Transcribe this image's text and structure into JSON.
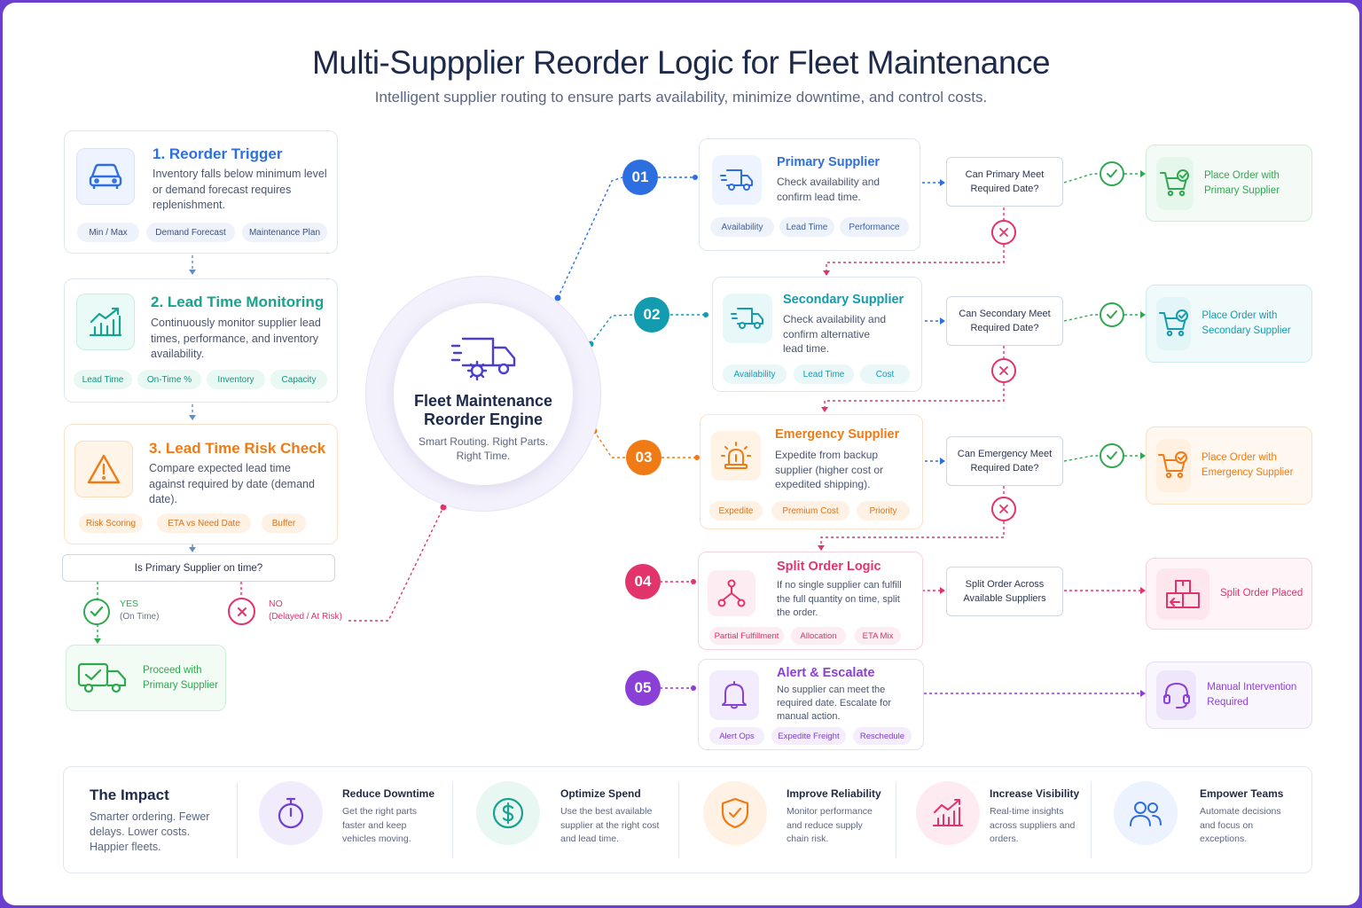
{
  "title": "Multi-Suppplier Reorder Logic for Fleet Maintenance",
  "subtitle": "Intelligent supplier routing to ensure parts availability, minimize downtime, and control costs.",
  "colors": {
    "blue": "#2d6fe0",
    "teal": "#139bb0",
    "orange": "#f07a14",
    "pink": "#e2336b",
    "purple": "#8a3fd6",
    "green": "#2fa84f"
  },
  "left": {
    "trigger": {
      "title": "1. Reorder Trigger",
      "desc": "Inventory falls below minimum level or demand forecast requires replenishment.",
      "tags": [
        "Min / Max",
        "Demand Forecast",
        "Maintenance Plan"
      ]
    },
    "monitoring": {
      "title": "2. Lead Time Monitoring",
      "desc": "Continuously monitor supplier lead times, performance, and inventory availability.",
      "tags": [
        "Lead Time",
        "On-Time %",
        "Inventory",
        "Capacity"
      ]
    },
    "risk": {
      "title": "3. Lead Time Risk Check",
      "desc": "Compare expected lead time against required by date (demand date).",
      "tags": [
        "Risk Scoring",
        "ETA vs Need Date",
        "Buffer"
      ]
    },
    "question": "Is Primary Supplier on time?",
    "yes_label": "YES",
    "yes_sub": "(On Time)",
    "no_label": "NO",
    "no_sub": "(Delayed / At Risk)",
    "proceed": "Proceed with Primary Supplier"
  },
  "center": {
    "title": "Fleet Maintenance Reorder Engine",
    "subtitle": "Smart Routing. Right Parts. Right Time."
  },
  "steps": [
    {
      "num": "01",
      "title": "Primary Supplier",
      "desc": "Check availability and confirm lead time.",
      "tags": [
        "Availability",
        "Lead Time",
        "Performance"
      ]
    },
    {
      "num": "02",
      "title": "Secondary Supplier",
      "desc": "Check availability and confirm alternative lead time.",
      "tags": [
        "Availability",
        "Lead Time",
        "Cost"
      ]
    },
    {
      "num": "03",
      "title": "Emergency Supplier",
      "desc": "Expedite from backup supplier (higher cost or expedited shipping).",
      "tags": [
        "Expedite",
        "Premium Cost",
        "Priority"
      ]
    },
    {
      "num": "04",
      "title": "Split Order Logic",
      "desc": "If no single supplier can fulfill the full quantity on time, split the order.",
      "tags": [
        "Partial Fulfillment",
        "Allocation",
        "ETA Mix"
      ]
    },
    {
      "num": "05",
      "title": "Alert & Escalate",
      "desc": "No supplier can meet the required date. Escalate for manual action.",
      "tags": [
        "Alert Ops",
        "Expedite Freight",
        "Reschedule"
      ]
    }
  ],
  "questions": [
    "Can Primary Meet Required Date?",
    "Can Secondary Meet Required Date?",
    "Can Emergency Meet Required Date?",
    "Split Order Across Available Suppliers"
  ],
  "results": [
    "Place Order with Primary Supplier",
    "Place Order with Secondary Supplier",
    "Place Order with Emergency Supplier",
    "Split Order Placed",
    "Manual Intervention Required"
  ],
  "impact": {
    "title": "The Impact",
    "desc": "Smarter ordering. Fewer delays. Lower costs. Happier fleets.",
    "items": [
      {
        "title": "Reduce Downtime",
        "desc": "Get the right parts faster and keep vehicles moving.",
        "icon": "stopwatch-icon"
      },
      {
        "title": "Optimize Spend",
        "desc": "Use the best available supplier at the right cost and lead time.",
        "icon": "dollar-icon"
      },
      {
        "title": "Improve Reliability",
        "desc": "Monitor performance and reduce supply chain risk.",
        "icon": "shield-check-icon"
      },
      {
        "title": "Increase Visibility",
        "desc": "Real-time insights across suppliers and orders.",
        "icon": "growth-chart-icon"
      },
      {
        "title": "Empower Teams",
        "desc": "Automate decisions and focus on exceptions.",
        "icon": "users-icon"
      }
    ]
  }
}
